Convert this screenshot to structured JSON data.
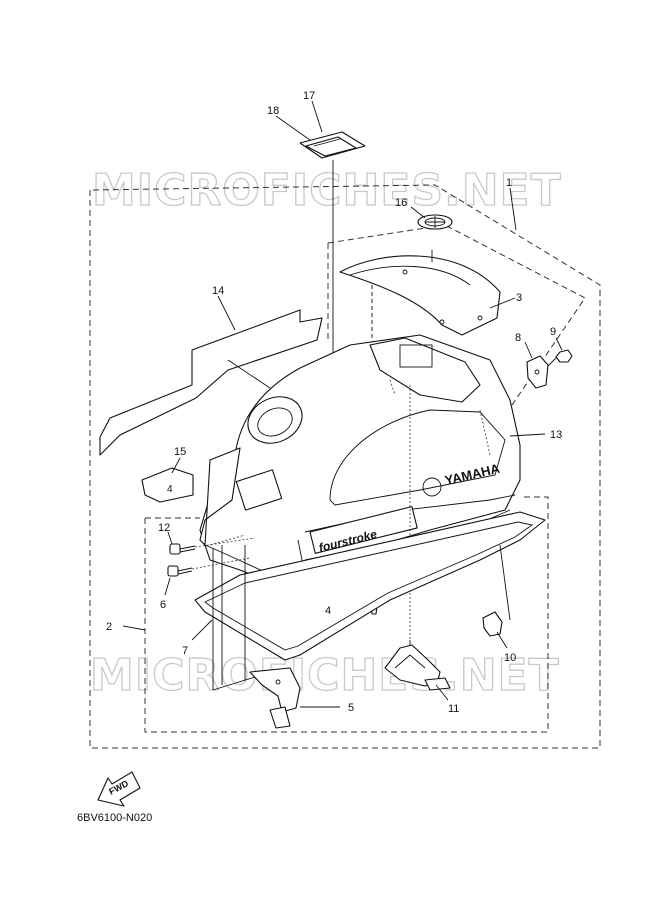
{
  "watermark_top": "MICROFICHES.NET",
  "watermark_bottom": "MICROFICHES.NET",
  "brand_text": "YAMAHA",
  "decal_text": "fourstroke",
  "fwd_label": "FWD",
  "drawing_code": "6BV6100-N020",
  "callouts": [
    "1",
    "2",
    "3",
    "4",
    "5",
    "6",
    "7",
    "8",
    "9",
    "10",
    "11",
    "12",
    "13",
    "14",
    "15",
    "16",
    "17",
    "18"
  ]
}
